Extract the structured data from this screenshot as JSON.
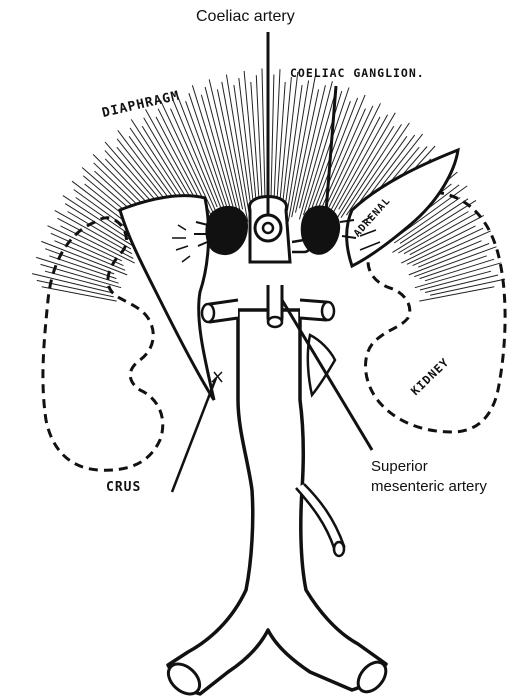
{
  "diagram": {
    "labels": {
      "coeliac_artery": "Coeliac artery",
      "coeliac_ganglion": "COELIAC GANGLION.",
      "diaphragm": "DIAPHRAGM",
      "adrenal": "ADRENAL",
      "kidney": "KIDNEY",
      "crus": "CRUS",
      "superior_mesenteric_artery": "Superior mesenteric artery"
    },
    "colors": {
      "ink": "#111111",
      "paper": "#ffffff"
    }
  }
}
